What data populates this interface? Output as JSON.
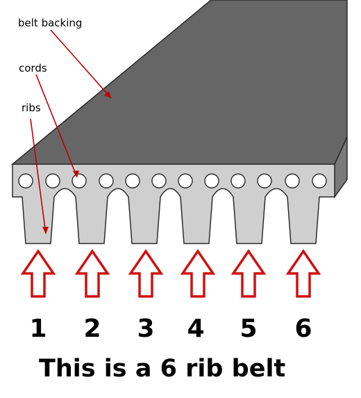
{
  "labels": {
    "belt_backing": "belt backing",
    "cords": "cords",
    "ribs": "ribs"
  },
  "rib_numbers": [
    "1",
    "2",
    "3",
    "4",
    "5",
    "6"
  ],
  "caption": "This is a 6 rib belt",
  "colors": {
    "backing_top": "#666666",
    "backing_side": "#7a7a7a",
    "rib_body": "#cfcfcf",
    "outline": "#2a2a2a",
    "cord_fill": "#ffffff",
    "pointer_line": "#c00000",
    "arrow_stroke": "#d01010"
  }
}
